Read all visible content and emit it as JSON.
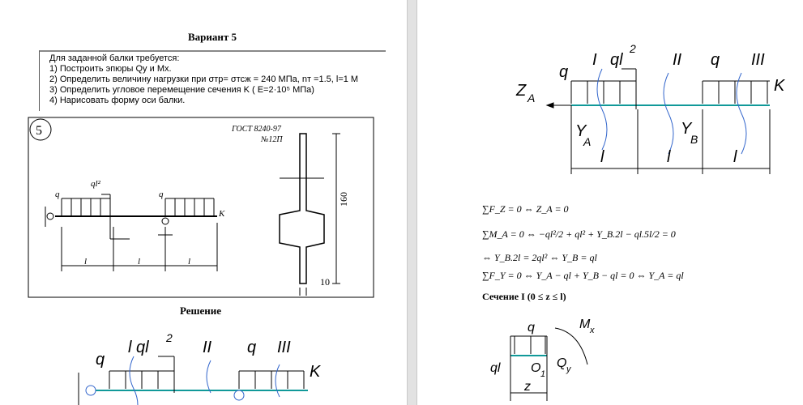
{
  "left_page": {
    "variant_title": "Вариант 5",
    "task_lines": [
      "Для заданной балки требуется:",
      "1)   Построить эпюры Qy и Mx.",
      "2)  Определить величину нагрузки при σтр= σтсж = 240 МПа, nт =1.5, l=1 М",
      "3)  Определить угловое перемещение сечения  K  ( E=2·10⁵ МПа)",
      "4)  Нарисовать форму оси балки."
    ],
    "figure": {
      "number": "5",
      "standard": "ГОСТ 8240-97",
      "profile": "№12П",
      "height": "160",
      "width": "10",
      "load_q": "q",
      "moment": "ql²",
      "point": "K",
      "span": "l"
    },
    "solution_title": "Решение",
    "sketch": {
      "q": "q",
      "moment": "l ql",
      "exp": "2",
      "sections": [
        "II",
        "q",
        "III"
      ],
      "point": "K"
    }
  },
  "right_page": {
    "sketch": {
      "q": "q",
      "sec1": "I",
      "moment": "ql",
      "exp": "2",
      "sec2": "II",
      "q2": "q",
      "sec3": "III",
      "point": "K",
      "za": "Z",
      "za_sub": "A",
      "ya": "Y",
      "ya_sub": "A",
      "yb": "Y",
      "yb_sub": "B",
      "span": "l"
    },
    "equations": [
      "∑F_Z = 0 ⇔ Z_A = 0",
      "∑M_A = 0 ⇔ −ql²/2 + ql² + Y_B.2l − ql.5l/2 = 0",
      "⇔ Y_B.2l = 2ql² ⇔ Y_B = ql",
      "∑F_Y = 0 ⇔ Y_A − ql + Y_B − ql = 0 ⇔ Y_A = ql"
    ],
    "section_title": "Сечение I (0 ≤ z ≤ l)",
    "fbd": {
      "q": "q",
      "mx": "M",
      "mx_sub": "x",
      "ql": "ql",
      "o": "O",
      "o_sub": "1",
      "qy": "Q",
      "qy_sub": "y",
      "z": "z"
    }
  }
}
